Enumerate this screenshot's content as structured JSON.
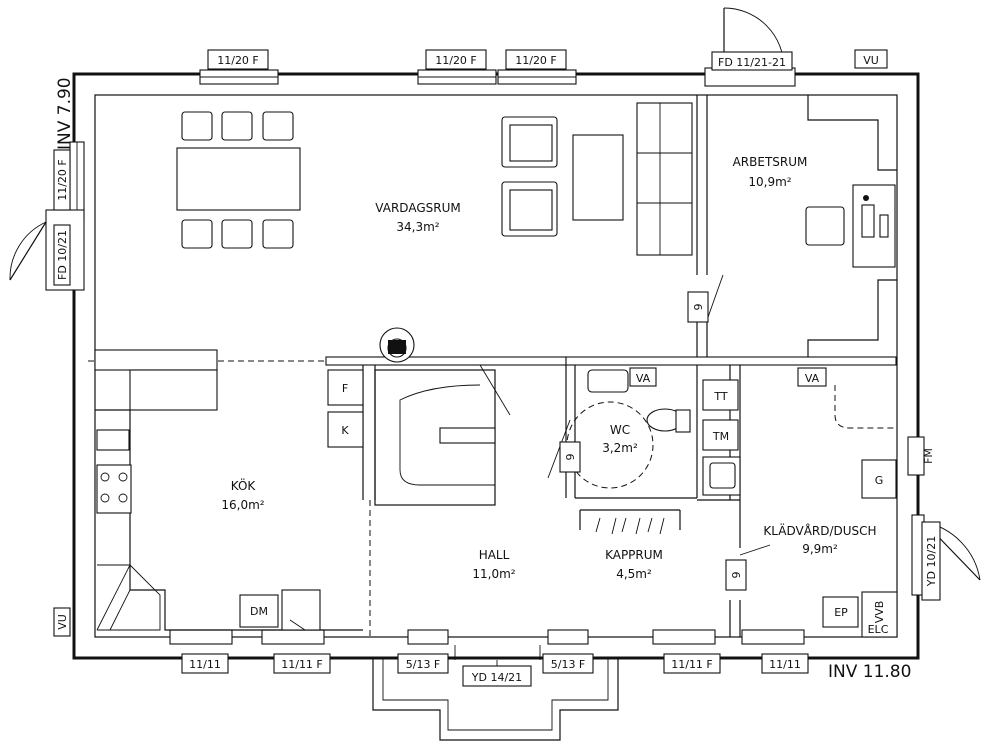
{
  "rooms": {
    "vardagsrum": {
      "name": "VARDAGSRUM",
      "area": "34,3m²"
    },
    "arbetsrum": {
      "name": "ARBETSRUM",
      "area": "10,9m²"
    },
    "kok": {
      "name": "KÖK",
      "area": "16,0m²"
    },
    "hall": {
      "name": "HALL",
      "area": "11,0m²"
    },
    "wc": {
      "name": "WC",
      "area": "3,2m²"
    },
    "kapprum": {
      "name": "KAPPRUM",
      "area": "4,5m²"
    },
    "kladvard": {
      "name": "KLÄDVÅRD/DUSCH",
      "area": "9,9m²"
    }
  },
  "windows": {
    "top_1": "11/20 F",
    "top_2": "11/20 F",
    "top_3": "11/20 F",
    "top_door": "FD 11/21-21",
    "left_window": "11/20 F",
    "left_door": "FD 10/21",
    "right_door": "YD 10/21",
    "bottom_1": "11/11",
    "bottom_2": "11/11 F",
    "bottom_3": "5/13 F",
    "bottom_entry": "YD 14/21",
    "bottom_4": "5/13 F",
    "bottom_5": "11/11 F",
    "bottom_6": "11/11"
  },
  "fixtures": {
    "f": "F",
    "k": "K",
    "va_left": "VA",
    "va_right": "VA",
    "tt": "TT",
    "tm": "TM",
    "fm": "FM",
    "g": "G",
    "ep": "EP",
    "vvb": "VVB",
    "elc": "ELC",
    "dm": "DM",
    "vu_top": "VU",
    "vu_left": "VU",
    "stair_9_a": "9",
    "stair_9_b": "9",
    "stair_9_c": "9"
  },
  "dimensions": {
    "inv_left": "INV 7.90",
    "inv_right": "INV 11.80"
  }
}
